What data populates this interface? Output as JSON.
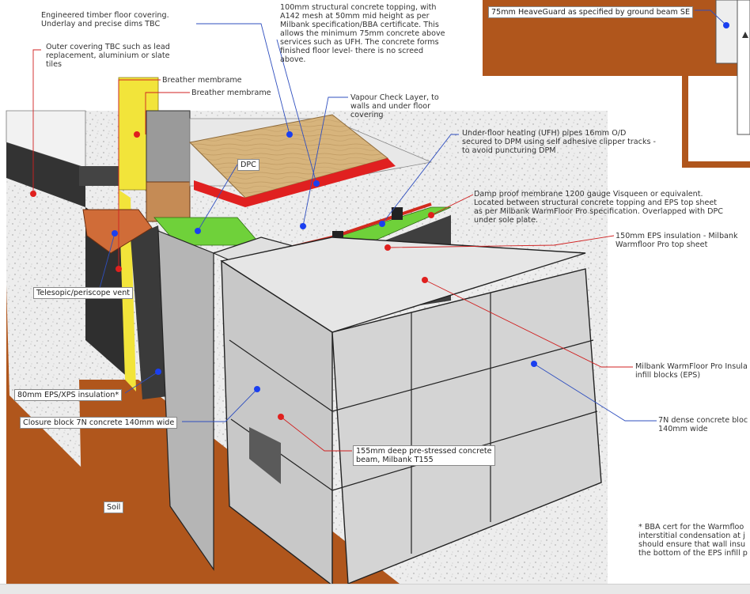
{
  "colors": {
    "soil": "#b0561c",
    "block": "#dcdcdc",
    "block_dark": "#a9a9a9",
    "insulation_dark": "#3a3a3a",
    "membrane_green": "#6fd13a",
    "membrane_red": "#e02020",
    "timber": "#d9b37a",
    "yellow_insulation": "#f2e43a",
    "leader_blue": "#2f4fbf",
    "leader_red": "#d02020",
    "dot_blue": "#1a3ff0",
    "dot_red": "#e0201e"
  },
  "labels": {
    "timber_covering": "Engineered timber floor covering.\nUnderlay and precise dims TBC",
    "outer_covering": "Outer covering TBC such as lead\nreplacement, aluminium or slate\ntiles",
    "breather_1": "Breather membrame",
    "breather_2": "Breather membrame",
    "concrete_topping": "100mm structural concrete topping, with\nA142 mesh at 50mm mid height as per\nMilbank specification/BBA certificate. This\nallows the minimum 75mm concrete above\nservices such as UFH. The concrete forms\nfinished floor level- there is no screed\nabove.",
    "heaveguard": "75mm HeaveGuard as specified by ground beam SE",
    "vapour_check": "Vapour Check Layer, to\nwalls and under floor\ncovering",
    "ufh": "Under-floor heating (UFH) pipes 16mm O/D\nsecured to DPM using self adhesive clipper tracks -\nto avoid puncturing DPM",
    "dpc": "DPC",
    "dpm": "Damp proof membrane 1200 gauge Visqueen or equivalent.\nLocated between structural concrete topping and EPS top sheet\nas per Milbank WarmFloor Pro specification. Overlapped with DPC\nunder sole plate.",
    "eps_top": "150mm EPS insulation - Milbank\nWarmfloor Pro top sheet",
    "vent": "Telesopic/periscope vent",
    "infill": "Milbank WarmFloor Pro Insula\ninfill blocks (EPS)",
    "eps_xps": "80mm EPS/XPS insulation*",
    "closure": "Closure block 7N concrete 140mm wide",
    "dense_block": "7N dense concrete bloc\n140mm wide",
    "beam": "155mm deep pre-stressed concrete\nbeam, Milbank T155",
    "soil": "Soil",
    "bba_note": "* BBA cert for the Warmfloo\ninterstitial condensation at j\nshould ensure that wall insu\nthe bottom of the EPS infill p"
  }
}
